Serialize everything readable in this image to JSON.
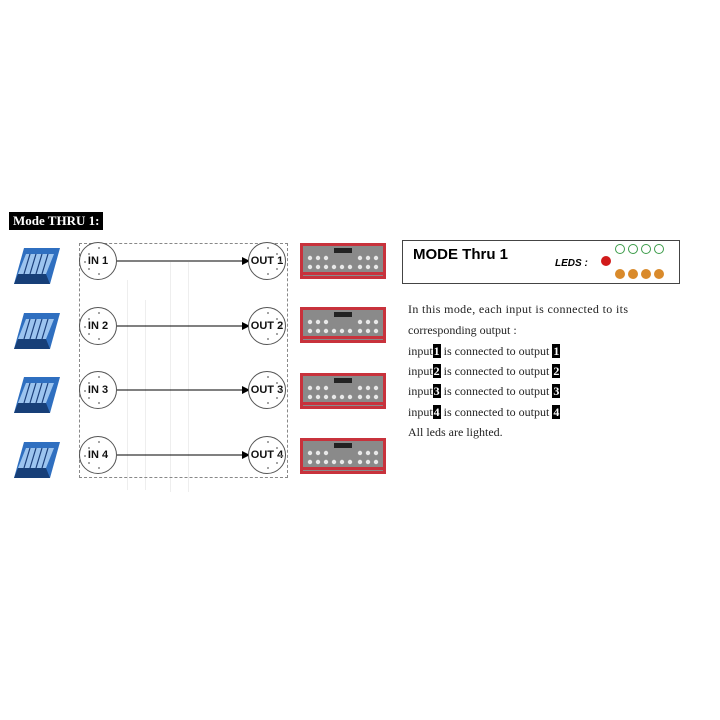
{
  "title": "Mode THRU 1:",
  "inputs": [
    "IN 1",
    "IN 2",
    "IN 3",
    "IN 4"
  ],
  "outputs": [
    "OUT 1",
    "OUT 2",
    "OUT 3",
    "OUT 4"
  ],
  "mode_box": {
    "title": "MODE Thru 1",
    "leds_label": "LEDS :"
  },
  "colors": {
    "led_red": "#d11a1a",
    "led_green_outline": "#3c9c4a",
    "led_orange": "#d98a2b",
    "keyboard_blue": "#2f6fc0",
    "synth_red": "#c8323c"
  },
  "description": {
    "line1": "In this mode, each input is connected to its",
    "line2": "corresponding output :",
    "mappings": [
      {
        "input_word": "input",
        "input_num": "1",
        "middle": "is connected to output",
        "output_num": "1"
      },
      {
        "input_word": "input",
        "input_num": "2",
        "middle": "is connected to output",
        "output_num": "2"
      },
      {
        "input_word": "input",
        "input_num": "3",
        "middle": "is connected to output",
        "output_num": "3"
      },
      {
        "input_word": "input",
        "input_num": "4",
        "middle": "is connected to output",
        "output_num": "4"
      }
    ],
    "footer": "All leds are lighted."
  }
}
